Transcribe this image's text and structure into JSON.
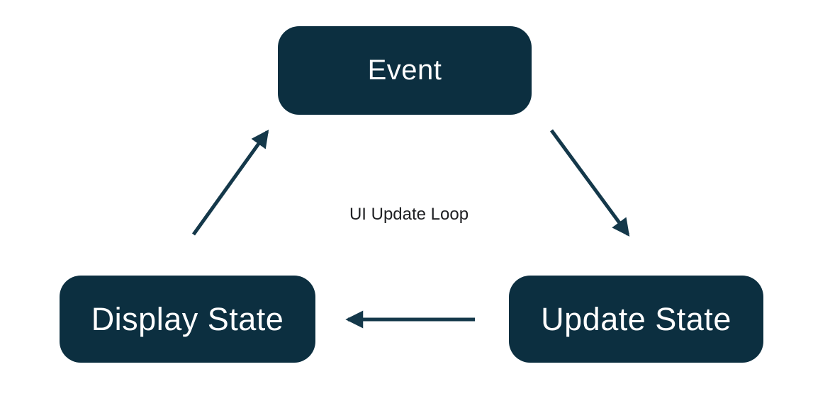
{
  "diagram": {
    "title": "UI Update Loop",
    "nodes": [
      {
        "id": "event",
        "label": "Event"
      },
      {
        "id": "update-state",
        "label": "Update State"
      },
      {
        "id": "display-state",
        "label": "Display State"
      }
    ],
    "edges": [
      {
        "from": "Event",
        "to": "Update State"
      },
      {
        "from": "Update State",
        "to": "Display State"
      },
      {
        "from": "Display State",
        "to": "Event"
      }
    ],
    "colors": {
      "node_bg": "#0c2f40",
      "node_text": "#ffffff",
      "arrow": "#14384a",
      "label_text": "#202124",
      "background": "#ffffff"
    }
  }
}
